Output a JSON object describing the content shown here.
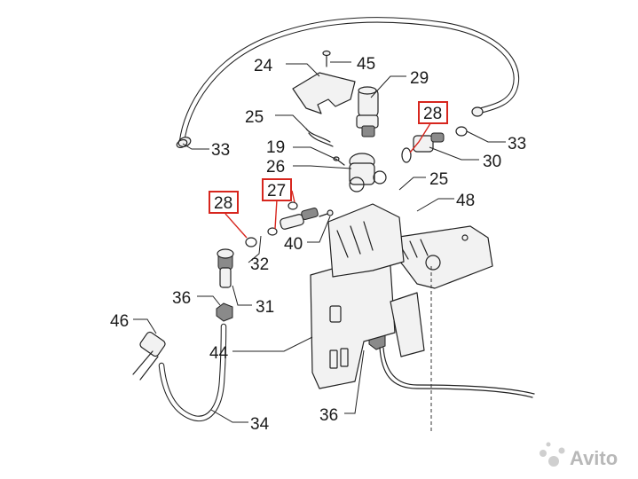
{
  "callouts": {
    "c24": "24",
    "c45": "45",
    "c29": "29",
    "c25a": "25",
    "c28a": "28",
    "c33a": "33",
    "c33b": "33",
    "c19": "19",
    "c26": "26",
    "c30": "30",
    "c27": "27",
    "c25b": "25",
    "c28b": "28",
    "c48": "48",
    "c40": "40",
    "c32": "32",
    "c31": "31",
    "c36a": "36",
    "c46": "46",
    "c44": "44",
    "c36b": "36",
    "c34": "34"
  },
  "highlight_color": "#d7261e",
  "watermark": {
    "text": "Avito",
    "icon": "avito-logo-icon"
  }
}
